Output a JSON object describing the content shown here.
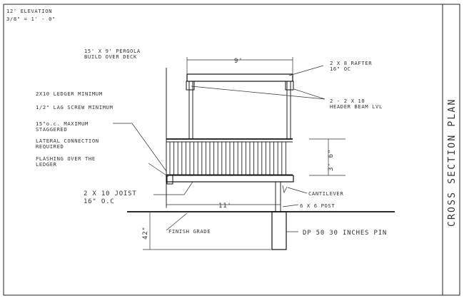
{
  "drawing": {
    "title": "12' ELEVATION",
    "scale": "3/8\" = 1' - 0\"",
    "side_title": "CROSS SECTION PLAN"
  },
  "labels": {
    "pergola_line1": "15' X 9' PERGOLA",
    "pergola_line2": "BUILD OVER DECK",
    "ledger_min": "2X10 LEDGER MINIMUM",
    "lag_screw": "1/2\" LAG SCREW MINIMUM",
    "oc_line1": "15\"o.c. MAXIMUM",
    "oc_line2": "STAGGERED",
    "lateral_line1": "LATERAL CONNECTION",
    "lateral_line2": "REQUIRED",
    "flashing_line1": "FLASHING OVER THE",
    "flashing_line2": "LEDGER",
    "rafter_line1": "2 X 8 RAFTER",
    "rafter_line2": "16\" OC",
    "header_line1": "2 - 2 X 10",
    "header_line2": "HEADER BEAM LVL",
    "joist_line1": "2 X 10 JOIST",
    "joist_line2": "16\" O.C",
    "cantilever": "CANTILEVER",
    "post": "6 X 6 POST",
    "finish_grade": "FINISH GRADE",
    "pier": "DP 50 30 INCHES PIN"
  },
  "dimensions": {
    "pergola_width": "9'",
    "deck_width": "11'",
    "rail_height": "3' 6\"",
    "footing_depth": "42\""
  }
}
